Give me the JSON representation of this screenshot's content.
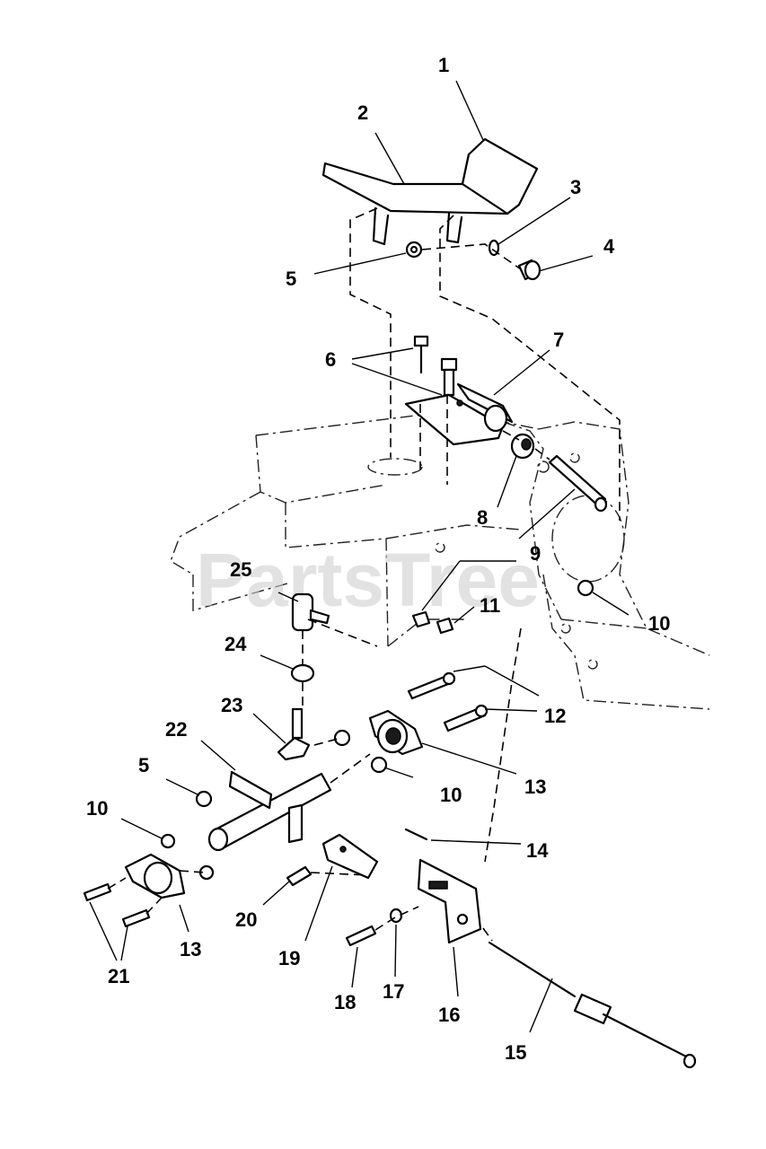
{
  "watermark": "PartsTree",
  "callouts": {
    "c1": "1",
    "c2": "2",
    "c3": "3",
    "c4": "4",
    "c5a": "5",
    "c5b": "5",
    "c6": "6",
    "c7": "7",
    "c8": "8",
    "c9": "9",
    "c10a": "10",
    "c10b": "10",
    "c10c": "10",
    "c11": "11",
    "c12": "12",
    "c13a": "13",
    "c13b": "13",
    "c14": "14",
    "c15": "15",
    "c16": "16",
    "c17": "17",
    "c18": "18",
    "c19": "19",
    "c20": "20",
    "c21": "21",
    "c22": "22",
    "c23": "23",
    "c24": "24",
    "c25": "25"
  }
}
